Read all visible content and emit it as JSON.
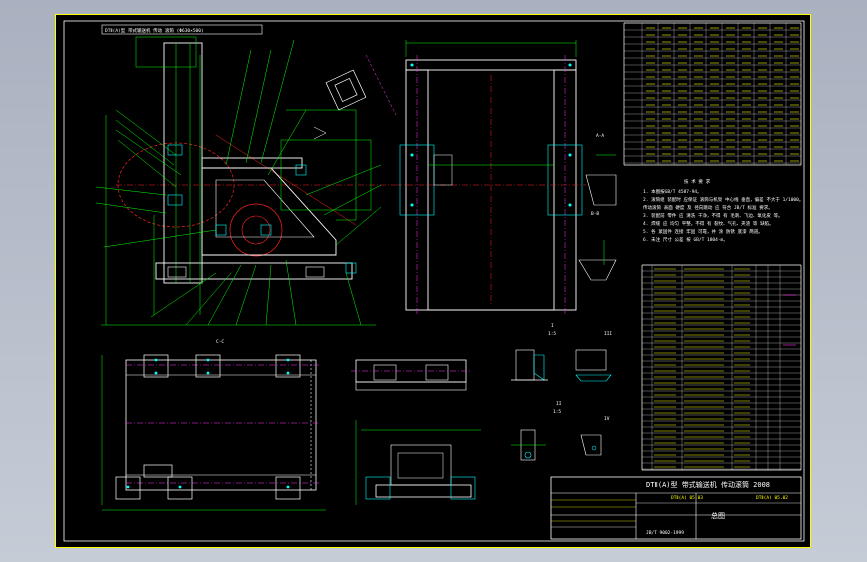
{
  "drawing": {
    "title_strip": "DTⅡ(A)型 带式输送机 传动 滚筒 (Φ630×500)",
    "title_block": "DTⅡ(A)型 带式输送机 传动滚筒 2008",
    "title_block_sub": "总图",
    "drawing_no_1": "DTⅡ(A) 05.03",
    "drawing_no_2": "DTⅡ(A) 05.02",
    "bottom_code": "JB/T 9002-1999",
    "notes_title": "技 术 要 求",
    "notes": [
      "1. 本图按GB/T 4587-94。",
      "2. 滚筒组 装配时 应保证 滚筒与机架 中心线 垂直，偏差 不大于 1/1000。",
      "   传动滚筒 表面 硬度 及 径向跳动 应 符合 JB/T 标准 要求。",
      "3. 装配前 零件 应 清洗 干净，不得 有 毛刺、飞边、氧化皮 等。",
      "4. 焊缝 应 均匀 平整，不得 有 裂纹、气孔、夹渣 等 缺陷。",
      "5. 各 紧固件 连接 牢固 可靠，并 涂 防锈 底漆 两道。",
      "6. 未注 尺寸 公差 按 GB/T 1804-m。"
    ],
    "view_labels": {
      "a_a": "A-A",
      "b_b": "B-B",
      "c_c": "C-C",
      "view_i": "I",
      "view_ii": "II",
      "view_iii": "III",
      "view_iv": "IV",
      "scale": "1:5"
    }
  }
}
